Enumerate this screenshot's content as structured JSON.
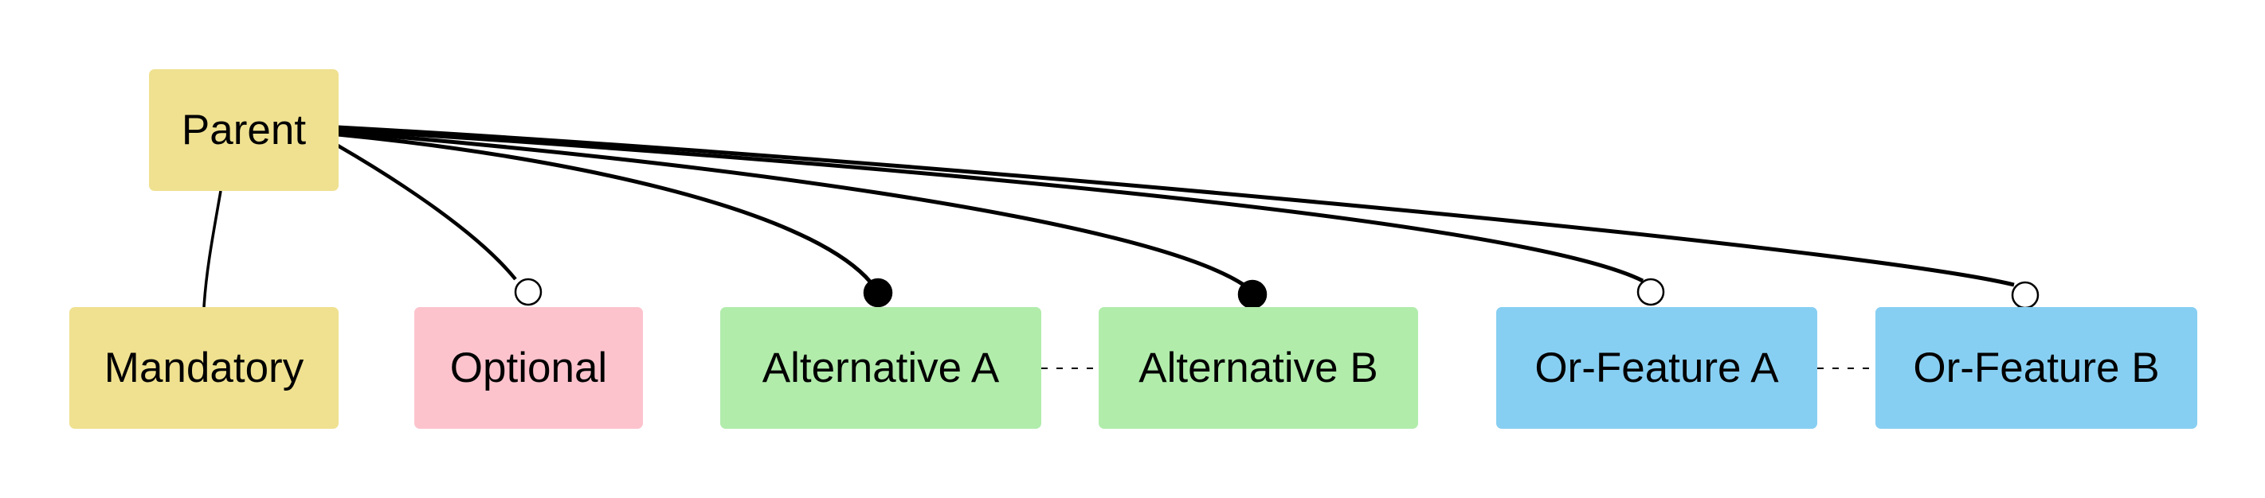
{
  "diagram": {
    "type": "feature-model-tree",
    "background": "#ffffff",
    "edge_color": "#000000",
    "text_color": "#000000",
    "nodes": {
      "parent": {
        "label": "Parent",
        "fill": "#efe190"
      },
      "mandatory": {
        "label": "Mandatory",
        "fill": "#efe190"
      },
      "optional": {
        "label": "Optional",
        "fill": "#fcc3cd"
      },
      "alternative_a": {
        "label": "Alternative A",
        "fill": "#b1ecab"
      },
      "alternative_b": {
        "label": "Alternative B",
        "fill": "#b1ecab"
      },
      "or_feature_a": {
        "label": "Or-Feature A",
        "fill": "#87cff2"
      },
      "or_feature_b": {
        "label": "Or-Feature B",
        "fill": "#87cff2"
      }
    },
    "edges": [
      {
        "from": "Parent",
        "to": "Mandatory",
        "decoration": "none"
      },
      {
        "from": "Parent",
        "to": "Optional",
        "decoration": "empty-circle"
      },
      {
        "from": "Parent",
        "to": "Alternative A",
        "decoration": "filled-circle"
      },
      {
        "from": "Parent",
        "to": "Alternative B",
        "decoration": "filled-circle"
      },
      {
        "from": "Parent",
        "to": "Or-Feature A",
        "decoration": "empty-circle"
      },
      {
        "from": "Parent",
        "to": "Or-Feature B",
        "decoration": "empty-circle"
      }
    ],
    "constraint_links": [
      {
        "between": [
          "Alternative A",
          "Alternative B"
        ],
        "style": "dashed"
      },
      {
        "between": [
          "Or-Feature A",
          "Or-Feature B"
        ],
        "style": "dashed"
      }
    ]
  }
}
